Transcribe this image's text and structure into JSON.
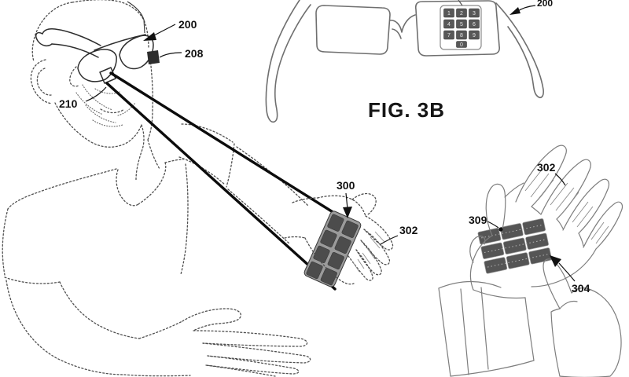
{
  "caption": "FIG. 3B",
  "reference_labels": {
    "glasses_on_person": "200",
    "sensor_on_glasses": "208",
    "camera_on_glasses": "210",
    "keypad_on_hand": "300",
    "hand_of_wearer": "302",
    "glasses_front_view": "200",
    "hand_close_up": "302",
    "keypad_close_up": "309",
    "key_press_point": "304"
  },
  "lens_keypad": {
    "rows": [
      [
        "1",
        "2",
        "3"
      ],
      [
        "4",
        "5",
        "6"
      ],
      [
        "7",
        "8",
        "9"
      ],
      [
        "0"
      ]
    ]
  },
  "colors": {
    "background": "#ffffff",
    "ink": "#111111",
    "person_dotted_line": "#4f4f4f",
    "worn_glasses_line": "#2d2d2d",
    "detail_drawing_line": "#6f6f6f",
    "keypad_key_fill": "#585858",
    "gaze_line": "#0c0c0c"
  }
}
